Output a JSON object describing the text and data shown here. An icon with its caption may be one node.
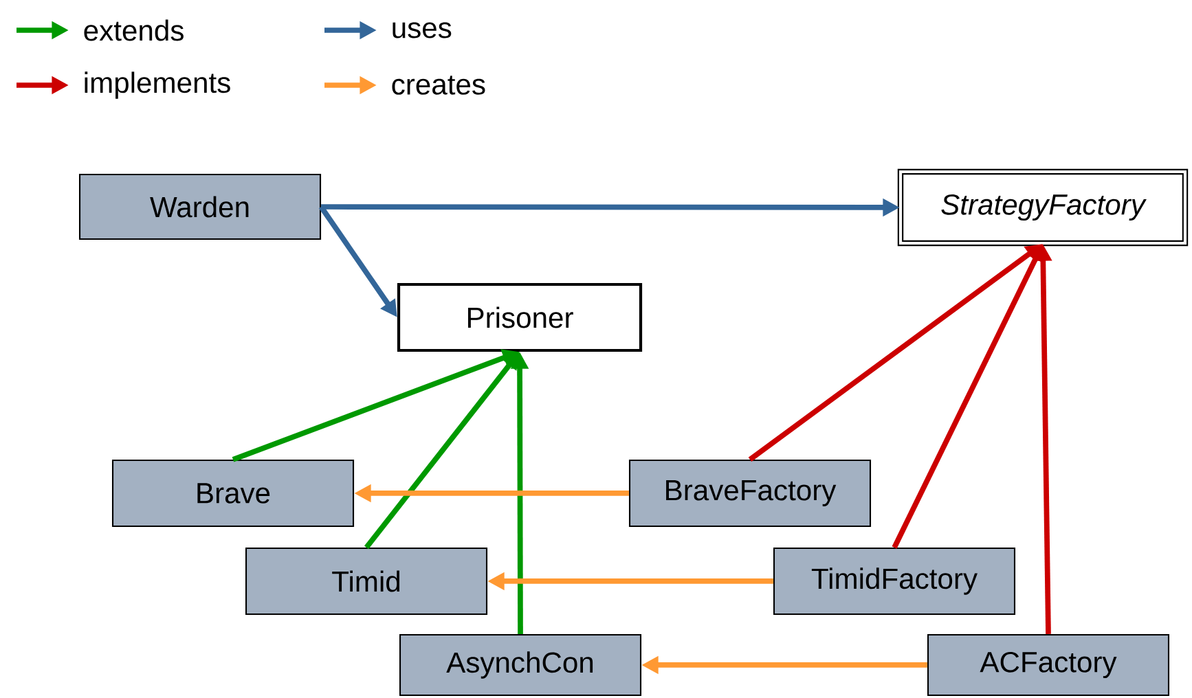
{
  "diagram": {
    "nodes": [
      {
        "text": [
          "Warden"
        ]
      },
      {
        "text": [
          "StrategyFactory"
        ]
      },
      {
        "text": [
          "Prisoner"
        ]
      },
      {
        "text": [
          "Brave"
        ]
      },
      {
        "text": [
          "BraveFactory"
        ]
      },
      {
        "text": [
          "Timid"
        ]
      },
      {
        "text": [
          "TimidFactory"
        ]
      },
      {
        "text": [
          "AsynchCon"
        ]
      },
      {
        "text": [
          "ACFactory"
        ]
      }
    ],
    "edges": [
      {
        "from": 0,
        "to": 1,
        "arrow": "to",
        "color": "#336699"
      },
      {
        "from": 0,
        "to": 2,
        "arrow": "to",
        "color": "#336699"
      },
      {
        "from": 3,
        "to": 2,
        "arrow": "to",
        "color": "#009900"
      },
      {
        "from": 5,
        "to": 2,
        "arrow": "to",
        "color": "#009900"
      },
      {
        "from": 7,
        "to": 2,
        "arrow": "to",
        "color": "#009900"
      },
      {
        "from": 4,
        "to": 1,
        "arrow": "to",
        "color": "#cc0000"
      },
      {
        "from": 6,
        "to": 1,
        "arrow": "to",
        "color": "#cc0000"
      },
      {
        "from": 8,
        "to": 1,
        "arrow": "to",
        "color": "#cc0000"
      },
      {
        "from": 4,
        "to": 3,
        "arrow": "to",
        "color": "#ff9933"
      },
      {
        "from": 6,
        "to": 5,
        "arrow": "to",
        "color": "#ff9933"
      },
      {
        "from": 8,
        "to": 7,
        "arrow": "to",
        "color": "#ff9933"
      }
    ],
    "legend": [
      {
        "text": "extends"
      },
      {
        "text": "uses"
      },
      {
        "text": "implements"
      },
      {
        "text": "creates"
      }
    ]
  }
}
